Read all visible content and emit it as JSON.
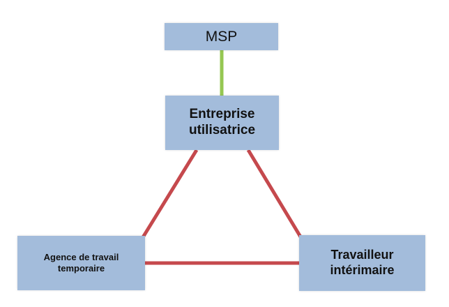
{
  "colors": {
    "node_fill": "#a3bcdb",
    "green_link": "#95c752",
    "red_link": "#c5494d"
  },
  "nodes": {
    "msp": {
      "line1": "MSP"
    },
    "entreprise": {
      "line1": "Entreprise",
      "line2": "utilisatrice"
    },
    "agence": {
      "line1": "Agence de travail",
      "line2": "temporaire"
    },
    "travailleur": {
      "line1": "Travailleur",
      "line2": "intérimaire"
    }
  },
  "links": [
    {
      "from": "msp",
      "to": "entreprise",
      "color": "green"
    },
    {
      "from": "entreprise",
      "to": "agence",
      "color": "red"
    },
    {
      "from": "entreprise",
      "to": "travailleur",
      "color": "red"
    },
    {
      "from": "agence",
      "to": "travailleur",
      "color": "red"
    }
  ]
}
